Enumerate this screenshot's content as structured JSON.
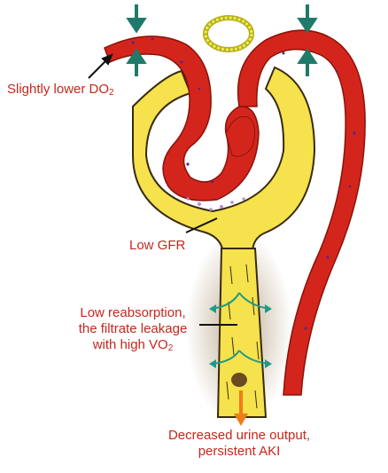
{
  "labels": {
    "do2": {
      "prefix": "Slightly lower DO",
      "sub": "2"
    },
    "gfr": "Low GFR",
    "reabsorption": {
      "line1": "Low reabsorption,",
      "line2": "the filtrate leakage",
      "line3_prefix": "with high VO",
      "line3_sub": "2"
    },
    "output": {
      "line1": "Decreased urine output,",
      "line2": "persistent AKI"
    }
  },
  "colors": {
    "label_text": "#c4281c",
    "vessel_red": "#d4251c",
    "vessel_dark_red": "#a81810",
    "tubule_yellow": "#f5e24c",
    "tubule_outline": "#3a2a10",
    "teal_arrow": "#1f7a6a",
    "orange_arrow": "#ef7d1c",
    "black_pointer": "#111111"
  },
  "icons": [
    "compression-arrow-icon",
    "teal-leak-arrow-icon",
    "orange-output-arrow-icon",
    "macula-densa-ring-icon"
  ]
}
